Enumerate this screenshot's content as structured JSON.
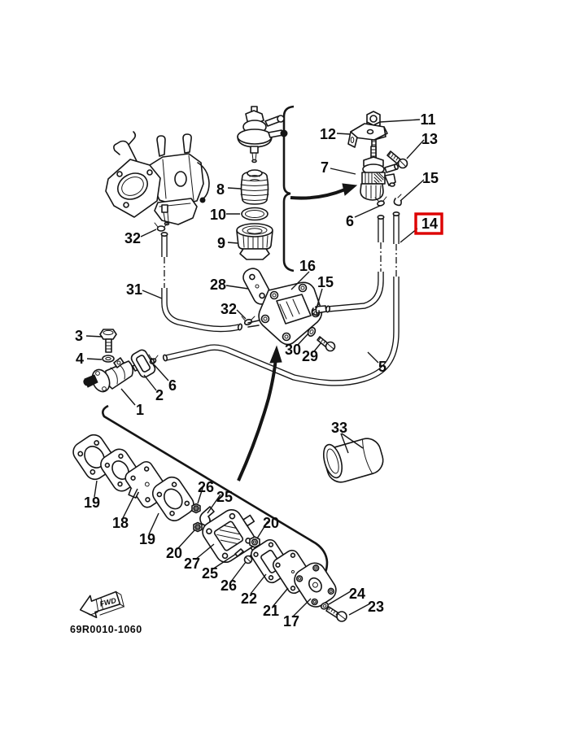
{
  "diagram": {
    "drawing_code": "69R0010-1060",
    "fwd_label": "FWD",
    "highlight": {
      "part": "14",
      "color": "#dd0000"
    },
    "callouts": [
      {
        "text": "11"
      },
      {
        "text": "12"
      },
      {
        "text": "13"
      },
      {
        "text": "7"
      },
      {
        "text": "15"
      },
      {
        "text": "6"
      },
      {
        "text": "14"
      },
      {
        "text": "8"
      },
      {
        "text": "10"
      },
      {
        "text": "9"
      },
      {
        "text": "32"
      },
      {
        "text": "31"
      },
      {
        "text": "16"
      },
      {
        "text": "15"
      },
      {
        "text": "28"
      },
      {
        "text": "32"
      },
      {
        "text": "30"
      },
      {
        "text": "29"
      },
      {
        "text": "5"
      },
      {
        "text": "3"
      },
      {
        "text": "4"
      },
      {
        "text": "1"
      },
      {
        "text": "2"
      },
      {
        "text": "6"
      },
      {
        "text": "33"
      },
      {
        "text": "19"
      },
      {
        "text": "18"
      },
      {
        "text": "19"
      },
      {
        "text": "26"
      },
      {
        "text": "20"
      },
      {
        "text": "25"
      },
      {
        "text": "27"
      },
      {
        "text": "25"
      },
      {
        "text": "26"
      },
      {
        "text": "20"
      },
      {
        "text": "22"
      },
      {
        "text": "21"
      },
      {
        "text": "17"
      },
      {
        "text": "24"
      },
      {
        "text": "23"
      }
    ]
  }
}
